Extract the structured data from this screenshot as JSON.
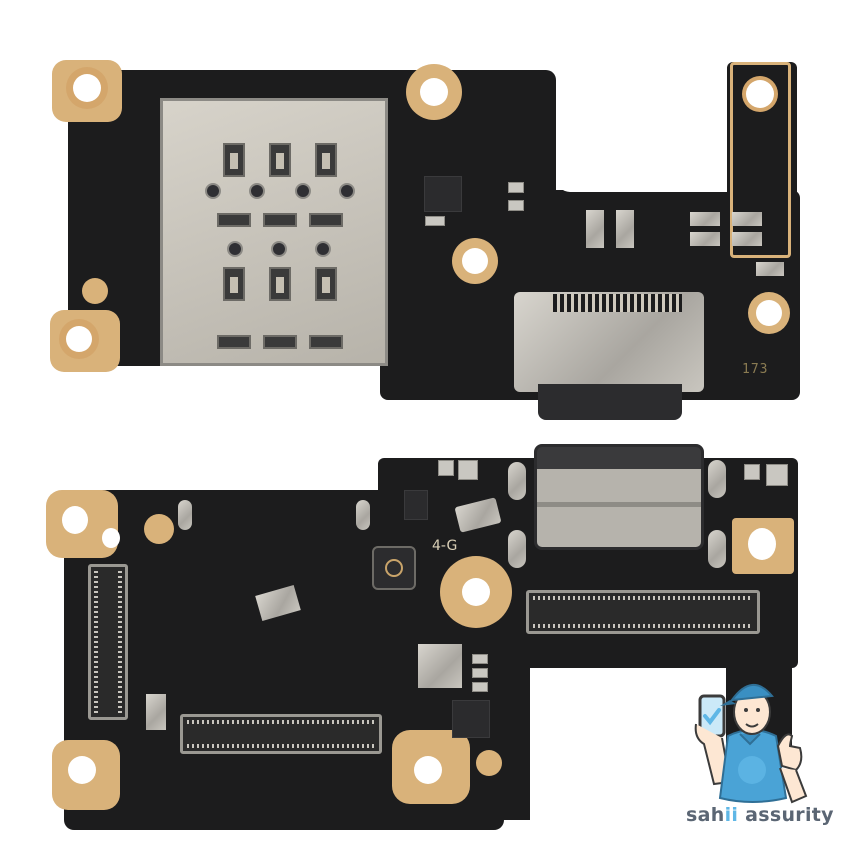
{
  "image": {
    "subject": "Phone charging port PCB board with SIM card tray reader, front and back views",
    "background": "#ffffff"
  },
  "board_top": {
    "label_marking": "173",
    "components": [
      "sim-card-reader",
      "usb-type-c-port",
      "mounting-holes",
      "smd-components"
    ]
  },
  "board_bottom": {
    "components": [
      "usb-type-c-port",
      "board-to-board-connectors",
      "crystal-oscillator",
      "antenna-coax-connector",
      "mounting-holes"
    ],
    "silkscreen_marking": "4-G"
  },
  "watermark": {
    "brand_prefix": "sah",
    "brand_highlight": "ii",
    "brand_suffix": " assurity",
    "mascot": "technician-thumbs-up-with-phone",
    "colors": {
      "text": "#5b6674",
      "highlight": "#5fb7e6",
      "shirt": "#4aa3d6"
    }
  },
  "colors": {
    "pcb": "#1c1c1d",
    "gold": "#d9b27a",
    "metal": "#c9c6bf"
  }
}
